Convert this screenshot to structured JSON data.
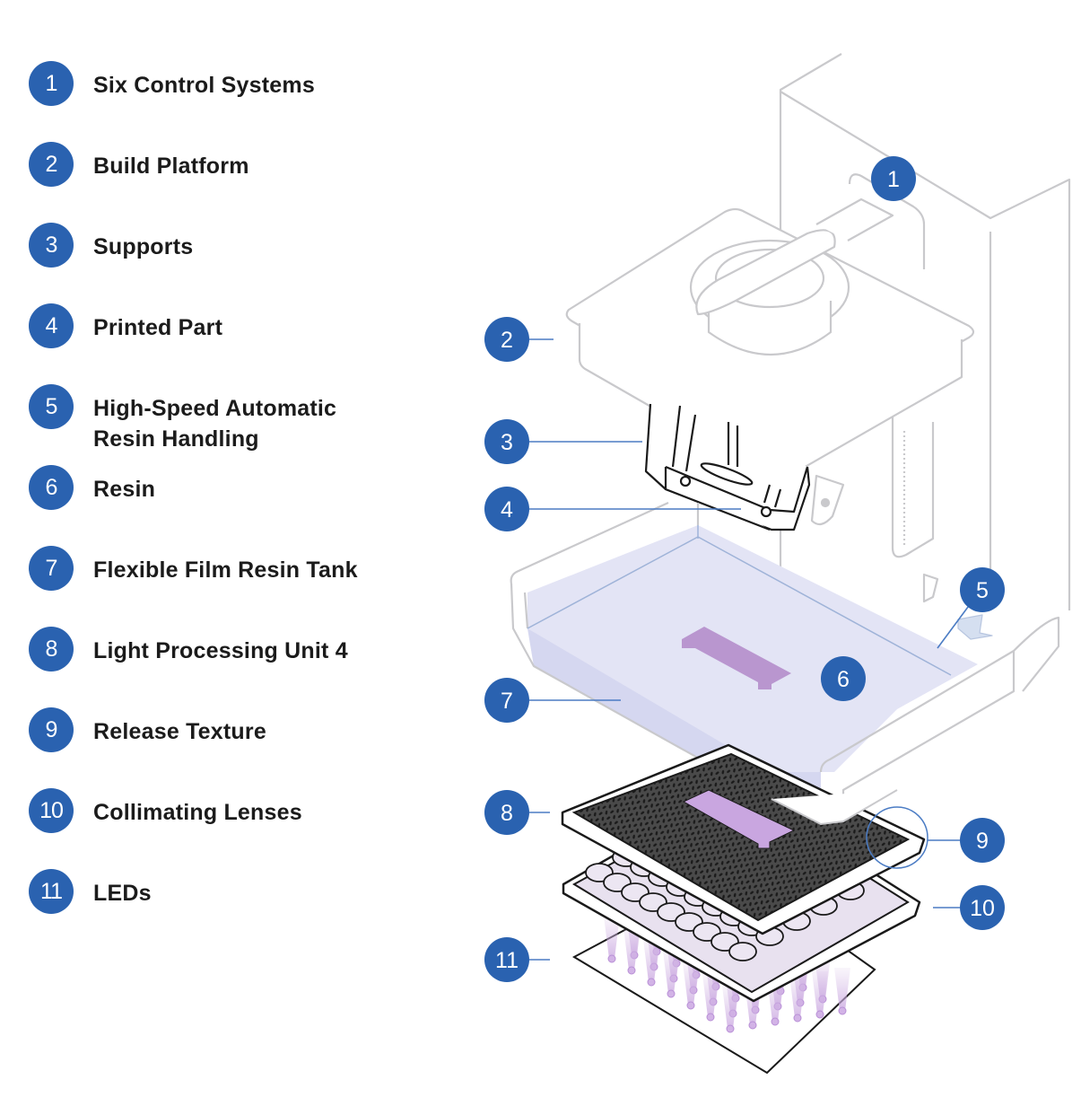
{
  "colors": {
    "badge": "#2a62b0",
    "leader_line": "#4b7cc4",
    "outline_gray": "#c9c9cc",
    "outline_black": "#1a1a1a",
    "resin_fill": "#e3e4f5",
    "part_purple": "#b996cf",
    "led_glow": "#d7bfe6"
  },
  "legend": {
    "items": [
      {
        "number": "1",
        "label": "Six Control Systems"
      },
      {
        "number": "2",
        "label": "Build Platform"
      },
      {
        "number": "3",
        "label": "Supports"
      },
      {
        "number": "4",
        "label": "Printed Part"
      },
      {
        "number": "5",
        "label": "High-Speed Automatic Resin Handling"
      },
      {
        "number": "6",
        "label": "Resin"
      },
      {
        "number": "7",
        "label": "Flexible Film Resin Tank"
      },
      {
        "number": "8",
        "label": "Light Processing Unit 4"
      },
      {
        "number": "9",
        "label": "Release Texture"
      },
      {
        "number": "10",
        "label": "Collimating Lenses"
      },
      {
        "number": "11",
        "label": "LEDs"
      }
    ]
  },
  "callouts": [
    {
      "number": "1"
    },
    {
      "number": "2"
    },
    {
      "number": "3"
    },
    {
      "number": "4"
    },
    {
      "number": "5"
    },
    {
      "number": "6"
    },
    {
      "number": "7"
    },
    {
      "number": "8"
    },
    {
      "number": "9"
    },
    {
      "number": "10"
    },
    {
      "number": "11"
    }
  ]
}
